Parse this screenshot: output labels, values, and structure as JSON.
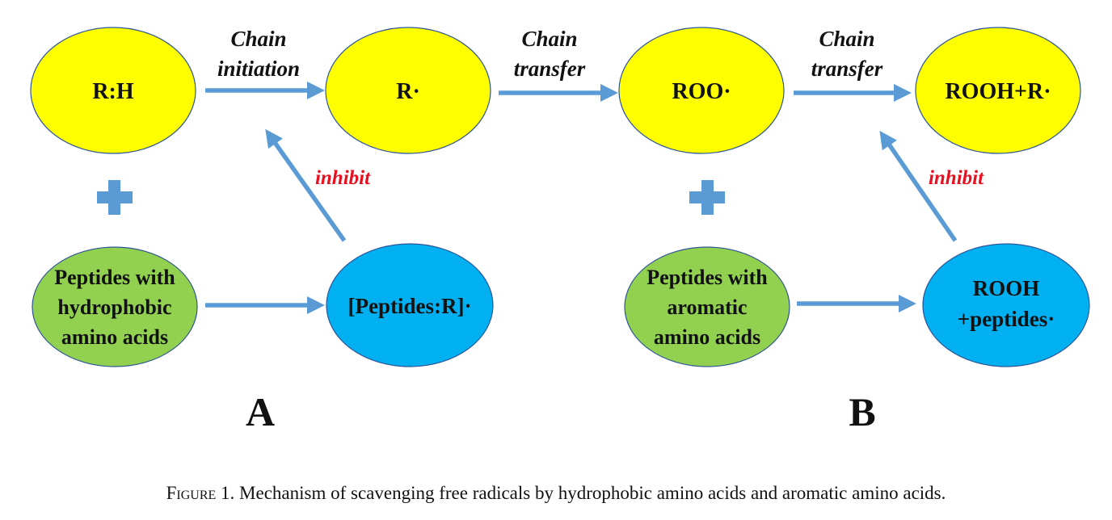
{
  "nodes": {
    "rh": "R:H",
    "r_radical": "R·",
    "roo_radical": "ROO·",
    "rooh_r": "ROOH+R·",
    "peptides_hydrophobic": [
      "Peptides with",
      "hydrophobic",
      "amino acids"
    ],
    "peptides_r_complex": "[Peptides:R]·",
    "peptides_aromatic": [
      "Peptides with",
      "aromatic",
      "amino acids"
    ],
    "rooh_peptides": [
      "ROOH",
      "+peptides·"
    ]
  },
  "step_labels": {
    "chain_initiation": [
      "Chain",
      "initiation"
    ],
    "chain_transfer_1": [
      "Chain",
      "transfer"
    ],
    "chain_transfer_2": [
      "Chain",
      "transfer"
    ]
  },
  "inhibit_label": "inhibit",
  "panel_labels": {
    "a": "A",
    "b": "B"
  },
  "caption": {
    "figure_number": "Figure 1.",
    "text": "Mechanism of scavenging free radicals by hydrophobic amino acids and aromatic amino acids."
  },
  "colors": {
    "radical_node": "#ffff00",
    "peptide_node": "#92d050",
    "product_node": "#00b0f0",
    "arrow": "#5b9bd5",
    "inhibit_text": "#e8101e"
  }
}
